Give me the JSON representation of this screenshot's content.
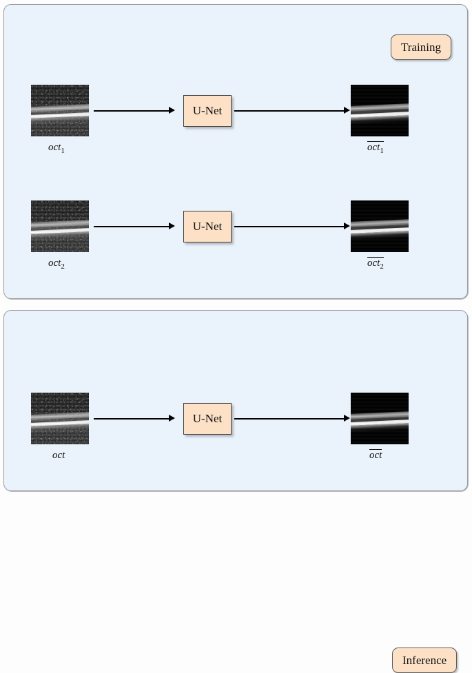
{
  "figure": {
    "type": "pipeline-diagram",
    "description": "OCT denoising pipeline with U-Net: training stage with two noisy scans and inference stage with one scan"
  },
  "panels": [
    {
      "id": "training",
      "badge": "Training",
      "rows": [
        {
          "input_image": "oct-noisy-thumbnail",
          "input_caption": "oct",
          "input_subscript": "1",
          "block_label": "U-Net",
          "output_image": "oct-denoised-thumbnail",
          "output_caption": "oct",
          "output_subscript": "1",
          "output_overline": true
        },
        {
          "input_image": "oct-noisy-thumbnail",
          "input_caption": "oct",
          "input_subscript": "2",
          "block_label": "U-Net",
          "output_image": "oct-denoised-thumbnail",
          "output_caption": "oct",
          "output_subscript": "2",
          "output_overline": true
        }
      ]
    },
    {
      "id": "inference",
      "badge": "Inference",
      "rows": [
        {
          "input_image": "oct-noisy-thumbnail",
          "input_caption": "oct",
          "input_subscript": "",
          "block_label": "U-Net",
          "output_image": "oct-denoised-thumbnail",
          "output_caption": "oct",
          "output_subscript": "",
          "output_overline": true
        }
      ]
    }
  ],
  "colors": {
    "panel_background": "#eaf2fb",
    "panel_border": "#9b9b9b",
    "badge_fill": "#fce1c6",
    "badge_border": "#5d5d5d",
    "block_fill": "#fce1c6",
    "block_border": "#3d3d3d",
    "arrow": "#000000",
    "page_background": "#fdfdfd"
  }
}
